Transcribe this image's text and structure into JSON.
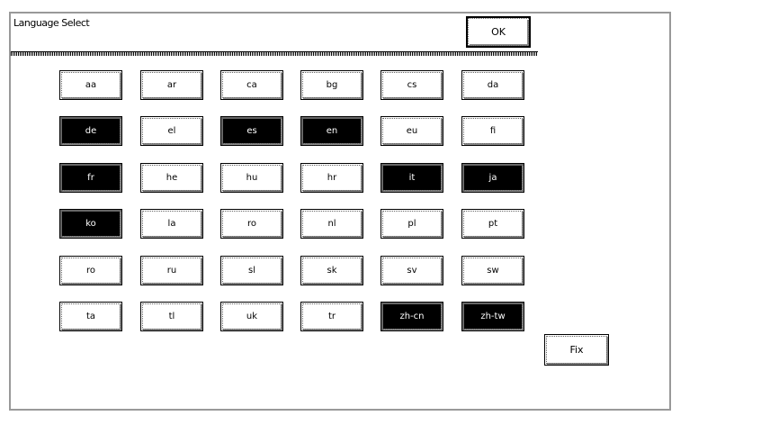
{
  "title": "Language Select",
  "ok_label": "OK",
  "fix_label": "Fix",
  "languages": [
    [
      {
        "code": "aa",
        "selected": false
      },
      {
        "code": "ar",
        "selected": false
      },
      {
        "code": "ca",
        "selected": false
      },
      {
        "code": "bg",
        "selected": false
      },
      {
        "code": "cs",
        "selected": false
      },
      {
        "code": "da",
        "selected": false
      }
    ],
    [
      {
        "code": "de",
        "selected": true
      },
      {
        "code": "el",
        "selected": false
      },
      {
        "code": "es",
        "selected": true
      },
      {
        "code": "en",
        "selected": true
      },
      {
        "code": "eu",
        "selected": false
      },
      {
        "code": "fi",
        "selected": false
      }
    ],
    [
      {
        "code": "fr",
        "selected": true
      },
      {
        "code": "he",
        "selected": false
      },
      {
        "code": "hu",
        "selected": false
      },
      {
        "code": "hr",
        "selected": false
      },
      {
        "code": "it",
        "selected": true
      },
      {
        "code": "ja",
        "selected": true
      }
    ],
    [
      {
        "code": "ko",
        "selected": true
      },
      {
        "code": "la",
        "selected": false
      },
      {
        "code": "ro",
        "selected": false
      },
      {
        "code": "nl",
        "selected": false
      },
      {
        "code": "pl",
        "selected": false
      },
      {
        "code": "pt",
        "selected": false
      }
    ],
    [
      {
        "code": "ro",
        "selected": false
      },
      {
        "code": "ru",
        "selected": false
      },
      {
        "code": "sl",
        "selected": false
      },
      {
        "code": "sk",
        "selected": false
      },
      {
        "code": "sv",
        "selected": false
      },
      {
        "code": "sw",
        "selected": false
      }
    ],
    [
      {
        "code": "ta",
        "selected": false
      },
      {
        "code": "tl",
        "selected": false
      },
      {
        "code": "uk",
        "selected": false
      },
      {
        "code": "tr",
        "selected": false
      },
      {
        "code": "zh-cn",
        "selected": true
      },
      {
        "code": "zh-tw",
        "selected": true
      }
    ]
  ]
}
